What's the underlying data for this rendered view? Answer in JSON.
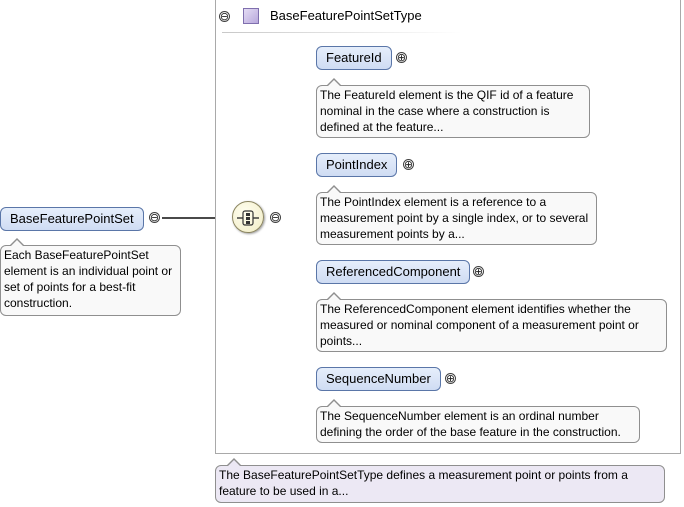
{
  "root": {
    "name": "BaseFeaturePointSet",
    "annotation": "Each BaseFeaturePointSet element is an individual point or set of points for a best-fit construction."
  },
  "type": {
    "name": "BaseFeaturePointSetType",
    "annotation": "The BaseFeaturePointSetType defines a measurement point or points from a feature to be used in a..."
  },
  "compositor": {
    "kind": "sequence",
    "icon": "sequence-compositor-icon"
  },
  "children": [
    {
      "name": "FeatureId",
      "annotation": "The FeatureId element is the QIF id of a feature nominal in the case where a construction is defined at the feature..."
    },
    {
      "name": "PointIndex",
      "annotation": "The PointIndex element is a reference to a measurement point by a single index, or to several measurement points by a..."
    },
    {
      "name": "ReferencedComponent",
      "annotation": "The ReferencedComponent element identifies whether the measured or nominal component of a measurement point or points..."
    },
    {
      "name": "SequenceNumber",
      "annotation": "The SequenceNumber element is an ordinal number defining the order of the base feature in the construction."
    }
  ],
  "symbols": {
    "collapse": "⊖",
    "expand": "⊕"
  },
  "colors": {
    "element_fill": "#cfdcf3",
    "element_border": "#5a76a8",
    "annotation_fill": "#f9f9f9",
    "type_annotation_fill": "#ece8f4",
    "connector": "#4a4a4a"
  }
}
